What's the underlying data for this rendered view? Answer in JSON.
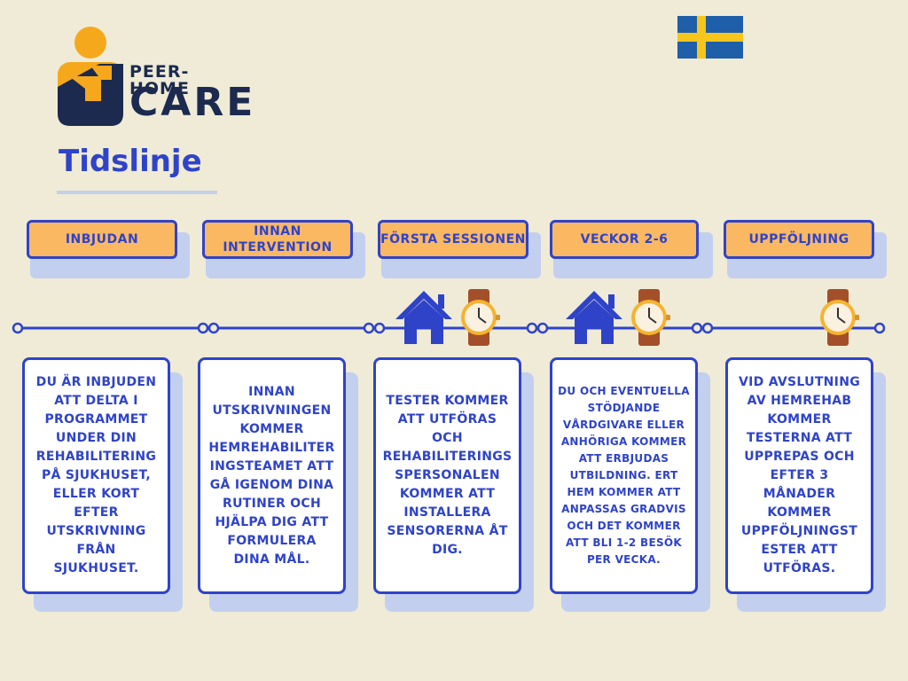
{
  "logo": {
    "line1": "PEER-HOME",
    "line2": "CARE"
  },
  "flag": {
    "icon": "sweden-flag-icon",
    "colors": {
      "blue": "#1f5ea8",
      "yellow": "#f6c61c"
    }
  },
  "title": "Tidslinje",
  "colors": {
    "accent_blue": "#2f43c9",
    "phase_fill": "#fbb862",
    "shadow": "#c3cfee",
    "background": "#efebd6"
  },
  "phases": [
    {
      "label": "INBJUDAN",
      "text": "DU ÄR INBJUDEN ATT DELTA I PROGRAMMET UNDER DIN REHABILITERING PÅ SJUKHUSET, ELLER KORT EFTER UTSKRIVNING FRÅN SJUKHUSET.",
      "icons": []
    },
    {
      "label": "INNAN INTERVENTION",
      "text": "INNAN UTSKRIVNINGEN KOMMER HEMREHABILITER INGSTEAMET ATT GÅ IGENOM DINA RUTINER OCH HJÄLPA DIG ATT FORMULERA DINA MÅL.",
      "icons": []
    },
    {
      "label": "FÖRSTA SESSIONEN",
      "text": "TESTER KOMMER ATT UTFÖRAS OCH REHABILITERINGS SPERSONALEN KOMMER ATT INSTALLERA SENSORERNA ÅT DIG.",
      "icons": [
        "house-icon",
        "watch-icon"
      ]
    },
    {
      "label": "VECKOR 2-6",
      "text": "DU OCH EVENTUELLA STÖDJANDE VÅRDGIVARE ELLER ANHÖRIGA KOMMER ATT ERBJUDAS UTBILDNING. ERT HEM KOMMER ATT ANPASSAS GRADVIS OCH DET KOMMER ATT BLI 1-2 BESÖK PER VECKA.",
      "icons": [
        "house-icon",
        "watch-icon"
      ]
    },
    {
      "label": "UPPFÖLJNING",
      "text": "VID AVSLUTNING AV HEMREHAB KOMMER TESTERNA ATT UPPREPAS OCH EFTER 3 MÅNADER KOMMER UPPFÖLJNINGST ESTER ATT UTFÖRAS.",
      "icons": [
        "watch-icon"
      ]
    }
  ]
}
